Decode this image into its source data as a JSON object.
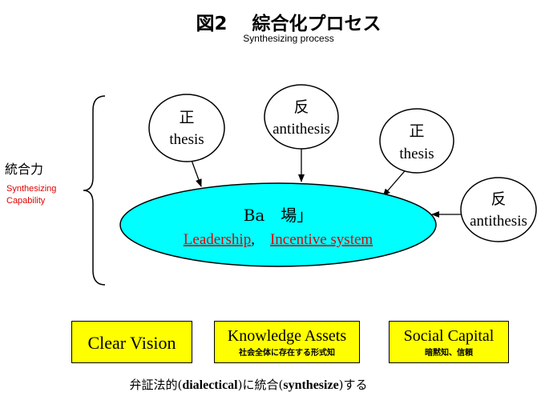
{
  "header": {
    "title": "図2　 綜合化プロセス",
    "subtitle": "Synthesizing process"
  },
  "side": {
    "label_jp": "統合力",
    "label_en_line1": "Synthesizing",
    "label_en_line2": "Capability"
  },
  "center": {
    "title": "Ba　場」",
    "link1": "Leadership",
    "separator": ",",
    "link2": "Incentive system",
    "fill_color": "#00ffff",
    "link_color": "#e00000"
  },
  "bubbles": [
    {
      "kanji": "正",
      "word": "thesis"
    },
    {
      "kanji": "反",
      "word": "antithesis"
    },
    {
      "kanji": "正",
      "word": "thesis"
    },
    {
      "kanji": "反",
      "word": "antithesis"
    }
  ],
  "boxes": [
    {
      "title": "Clear Vision",
      "sub": ""
    },
    {
      "title": "Knowledge Assets",
      "sub": "社会全体に存在する形式知"
    },
    {
      "title": "Social Capital",
      "sub": "暗黙知、信頼"
    }
  ],
  "footer": {
    "prefix": "弁証法的(",
    "bold1": "dialectical",
    "middle": ")に統合(",
    "bold2": "synthesize",
    "suffix": ")する"
  },
  "colors": {
    "box_fill": "#ffff00",
    "side_label_en": "#e00000"
  }
}
